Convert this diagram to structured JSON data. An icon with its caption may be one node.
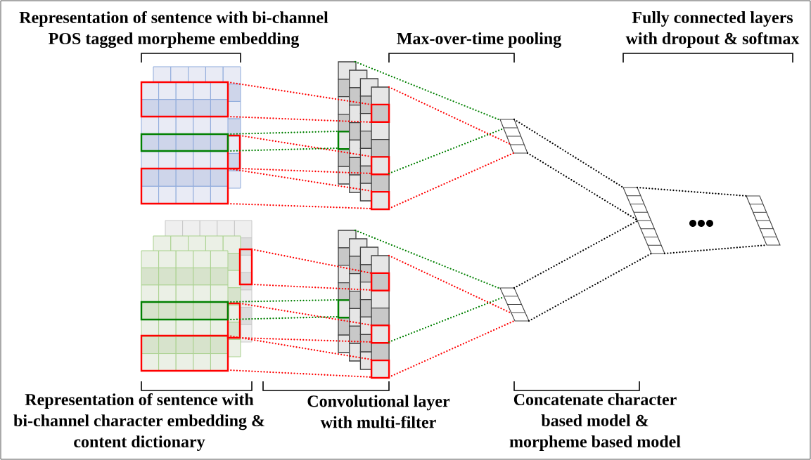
{
  "diagram": {
    "nodes": [
      {
        "text": [],
        "shape": "picture"
      },
      {
        "text": [],
        "shape": "picture"
      },
      {
        "text": [],
        "shape": "picture"
      },
      {
        "text": [],
        "shape": "picture"
      },
      {
        "text": [],
        "shape": "picture"
      },
      {
        "text": [],
        "shape": "picture"
      },
      {
        "text": [],
        "shape": "picture"
      },
      {
        "text": [],
        "shape": "picture"
      }
    ],
    "edges": [
      {
        "from": 0,
        "to": 1,
        "arrow": "none"
      },
      {
        "from": 0,
        "to": 1,
        "arrow": "none"
      },
      {
        "from": 0,
        "to": 1,
        "arrow": "none"
      },
      {
        "from": 0,
        "to": 1,
        "arrow": "none"
      },
      {
        "from": 0,
        "to": 1,
        "arrow": "none"
      },
      {
        "from": 0,
        "to": 1,
        "arrow": "none"
      },
      {
        "from": 0,
        "to": 1,
        "arrow": "none",
        "color": "#008000"
      },
      {
        "from": 0,
        "to": 1,
        "arrow": "none",
        "color": "#008000"
      },
      {
        "from": 1,
        "to": 2,
        "arrow": "none",
        "color": "#008000"
      },
      {
        "from": 1,
        "to": 2,
        "arrow": "none",
        "color": "#008000"
      },
      {
        "from": 1,
        "to": 2,
        "arrow": "none"
      },
      {
        "from": 1,
        "to": 2,
        "arrow": "none"
      },
      {
        "from": 2,
        "to": 6,
        "arrow": "none",
        "color": "#000000"
      },
      {
        "from": 2,
        "to": 6,
        "arrow": "none",
        "color": "#000000"
      },
      {
        "from": 3,
        "to": 4,
        "arrow": "none"
      },
      {
        "from": 3,
        "to": 4,
        "arrow": "none"
      },
      {
        "from": 3,
        "to": 4,
        "arrow": "none"
      },
      {
        "from": 3,
        "to": 4,
        "arrow": "none"
      },
      {
        "from": 3,
        "to": 4,
        "arrow": "none"
      },
      {
        "from": 3,
        "to": 4,
        "arrow": "none"
      },
      {
        "from": 3,
        "to": 4,
        "arrow": "none",
        "color": "#008000"
      },
      {
        "from": 3,
        "to": 4,
        "arrow": "none",
        "color": "#008000"
      },
      {
        "from": 4,
        "to": 5,
        "arrow": "none",
        "color": "#008000"
      },
      {
        "from": 4,
        "to": 5,
        "arrow": "none",
        "color": "#008000"
      },
      {
        "from": 4,
        "to": 5,
        "arrow": "none"
      },
      {
        "from": 4,
        "to": 5,
        "arrow": "none"
      },
      {
        "from": 5,
        "to": 6,
        "arrow": "none",
        "color": "#000000"
      },
      {
        "from": 5,
        "to": 6,
        "arrow": "none",
        "color": "#000000"
      },
      {
        "from": 6,
        "to": 7,
        "arrow": "none",
        "color": "#000000"
      },
      {
        "from": 6,
        "to": 7,
        "arrow": "none",
        "color": "#000000"
      }
    ],
    "labels": [
      "Representation of sentence with bi-channel POS tagged morpheme embedding",
      "Max-over-time pooling",
      "Fully connected layers with dropout & softmax",
      "Representation of sentence with bi-channel character embedding & content dictionary",
      "Convolutional layer with multi-filter",
      "Concatenate character based model & morpheme based model"
    ]
  }
}
